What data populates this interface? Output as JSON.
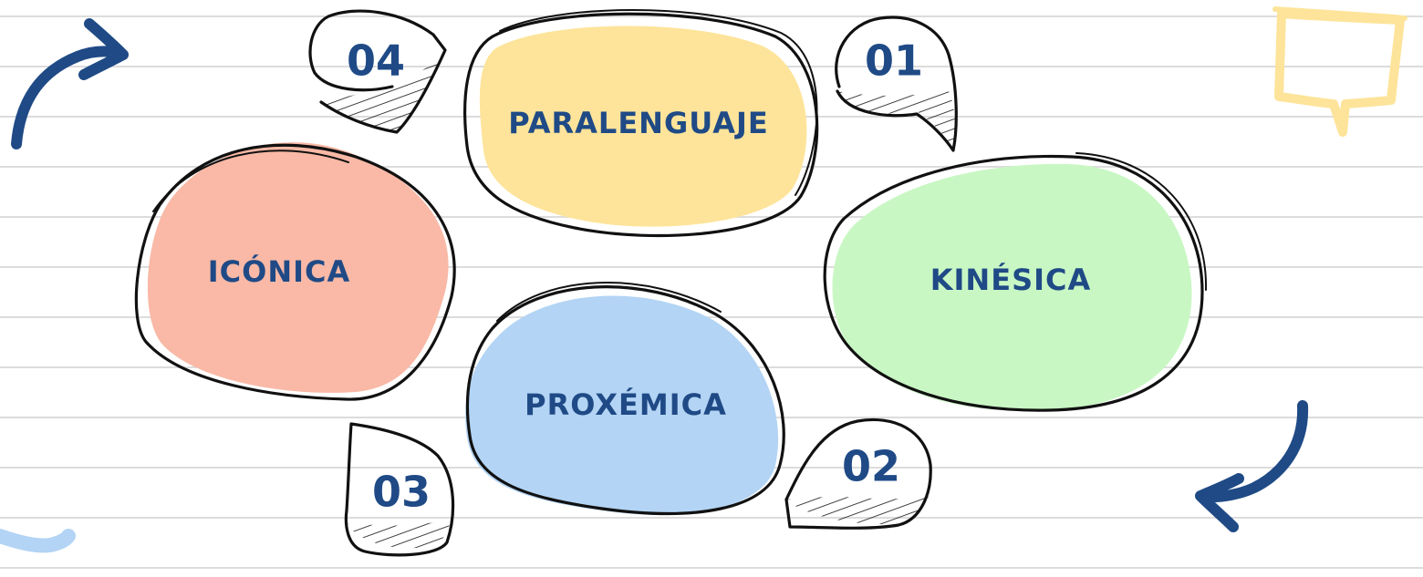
{
  "colors": {
    "paralenguaje": "#fde49a",
    "kinesica": "#c9f7c4",
    "iconica": "#f9b9a6",
    "proxemica": "#b3d4f4",
    "label": "#1f4a86",
    "arrow": "#1f4a86",
    "speech_bubble": "#fde49a",
    "stroke": "#111111",
    "ruled_lines": "#dcdcdc"
  },
  "blobs": {
    "paralenguaje": "PARALENGUAJE",
    "kinesica": "KINÉSICA",
    "iconica": "ICÓNICA",
    "proxemica": "PROXÉMICA"
  },
  "numbers": {
    "n01": "01",
    "n02": "02",
    "n03": "03",
    "n04": "04"
  },
  "icons": [
    "curved-arrow-icon",
    "speech-bubble-icon",
    "brush-stroke-icon"
  ]
}
